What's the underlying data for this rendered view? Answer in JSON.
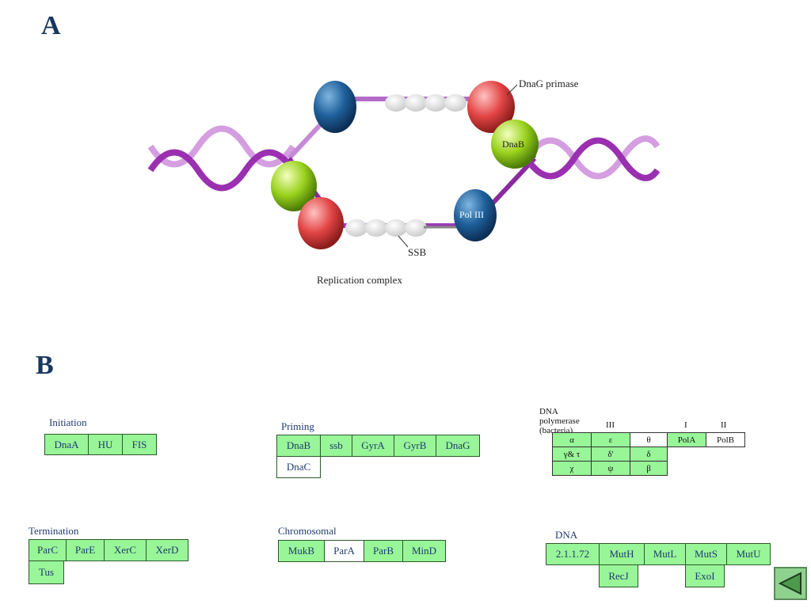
{
  "panels": {
    "a": "A",
    "b": "B"
  },
  "figure": {
    "labels": {
      "dnag": "DnaG primase",
      "dnab": "DnaB",
      "pol3": "Pol III",
      "ssb": "SSB",
      "caption": "Replication complex"
    }
  },
  "groups": {
    "initiation": {
      "title": "Initiation",
      "rows": [
        [
          "DnaA",
          "HU",
          "FIS"
        ]
      ]
    },
    "priming": {
      "title": "Priming Complex",
      "rows": [
        [
          "DnaB",
          "ssb",
          "GyrA",
          "GyrB",
          "DnaG"
        ],
        [
          "DnaC"
        ]
      ]
    },
    "termination": {
      "title": "Termination",
      "rows": [
        [
          "ParC",
          "ParE",
          "XerC",
          "XerD"
        ],
        [
          "Tus"
        ]
      ]
    },
    "segregation": {
      "title": "Chromosomal Segregation",
      "rows": [
        [
          "MukB",
          "ParA",
          "ParB",
          "MinD"
        ]
      ]
    },
    "repair": {
      "title": "DNA repair",
      "rows": [
        [
          "2.1.1.72",
          "MutH",
          "MutL",
          "MutS",
          "MutU"
        ],
        [
          "RecJ",
          "ExoI"
        ]
      ]
    }
  },
  "polymerase": {
    "title": "DNA polymerase (bacteria)",
    "headers": {
      "iii": "III",
      "i": "I",
      "ii": "II"
    },
    "cells": [
      [
        "α",
        "ε",
        "θ",
        "PolA",
        "PolB"
      ],
      [
        "γ& τ",
        "δ'",
        "δ"
      ],
      [
        "χ",
        "ψ",
        "β"
      ]
    ]
  },
  "colors": {
    "present": "#98f598",
    "absent": "#ffffff",
    "title": "#17375e"
  },
  "nav": {
    "icon": "back-arrow-icon"
  }
}
